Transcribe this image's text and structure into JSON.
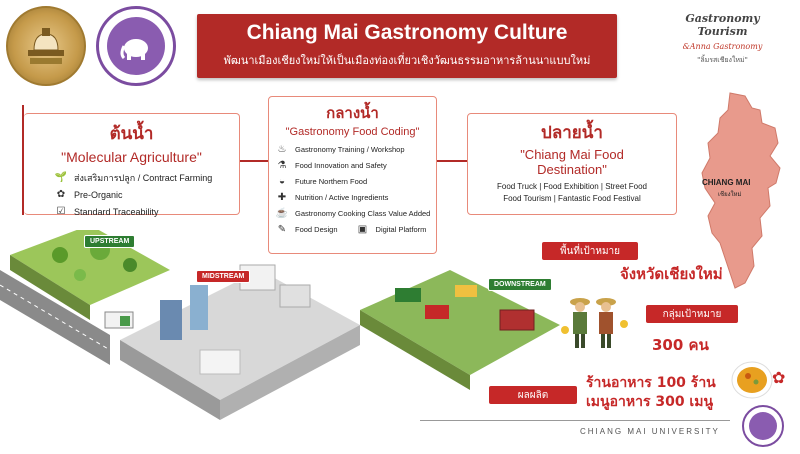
{
  "header": {
    "title": "Chiang Mai Gastronomy Culture",
    "subtitle": "พัฒนาเมืองเชียงใหม่ให้เป็นเมืองท่องเที่ยวเชิงวัฒนธรรมอาหารล้านนาแบบใหม่"
  },
  "logo_right": {
    "line1": "Gastronomy Tourism",
    "line2": "&Anna Gastronomy",
    "line3": "\"ลิ้มรสเชียงใหม่\""
  },
  "upstream": {
    "title": "ต้นน้ำ",
    "subtitle": "\"Molecular Agriculture\"",
    "items": [
      {
        "icon": "seedling-icon",
        "label": "ส่งเสริมการปลูก / Contract Farming"
      },
      {
        "icon": "leaf-icon",
        "label": "Pre-Organic"
      },
      {
        "icon": "checklist-icon",
        "label": "Standard Traceability"
      }
    ]
  },
  "midstream": {
    "title": "กลางน้ำ",
    "subtitle": "\"Gastronomy Food Coding\"",
    "items": [
      {
        "icon": "chef-hat-icon",
        "label": "Gastronomy Training / Workshop"
      },
      {
        "icon": "flask-icon",
        "label": "Food Innovation and Safety"
      },
      {
        "icon": "bowl-icon",
        "label": "Future Northern Food"
      },
      {
        "icon": "nutrition-icon",
        "label": "Nutrition / Active Ingredients"
      },
      {
        "icon": "cooking-class-icon",
        "label": "Gastronomy Cooking Class Value Added"
      }
    ],
    "item_food_design": "Food Design",
    "item_digital": "Digital Platform"
  },
  "downstream": {
    "title": "ปลายน้ำ",
    "subtitle_line1": "\"Chiang Mai Food",
    "subtitle_line2": "Destination\"",
    "line1": "Food Truck | Food Exhibition | Street Food",
    "line2": "Food Tourism | Fantastic Food Festival"
  },
  "map": {
    "label_en": "CHIANG MAI",
    "label_th": "เชียงใหม่"
  },
  "illustration": {
    "upstream_label": "UPSTREAM",
    "midstream_label": "MIDSTREAM",
    "downstream_label": "DOWNSTREAM"
  },
  "targets": {
    "area_tag": "พื้นที่เป้าหมาย",
    "area_value": "จังหวัดเชียงใหม่",
    "group_tag": "กลุ่มเป้าหมาย",
    "group_value": "300 คน",
    "output_tag": "ผลผลิต",
    "output_line1": "ร้านอาหาร 100 ร้าน",
    "output_line2": "เมนูอาหาร 300 เมนู"
  },
  "footer": {
    "university": "CHIANG MAI UNIVERSITY"
  },
  "colors": {
    "brand_red": "#b22a27",
    "accent_pink": "#e88a7a",
    "map_fill": "#e89a8c"
  }
}
